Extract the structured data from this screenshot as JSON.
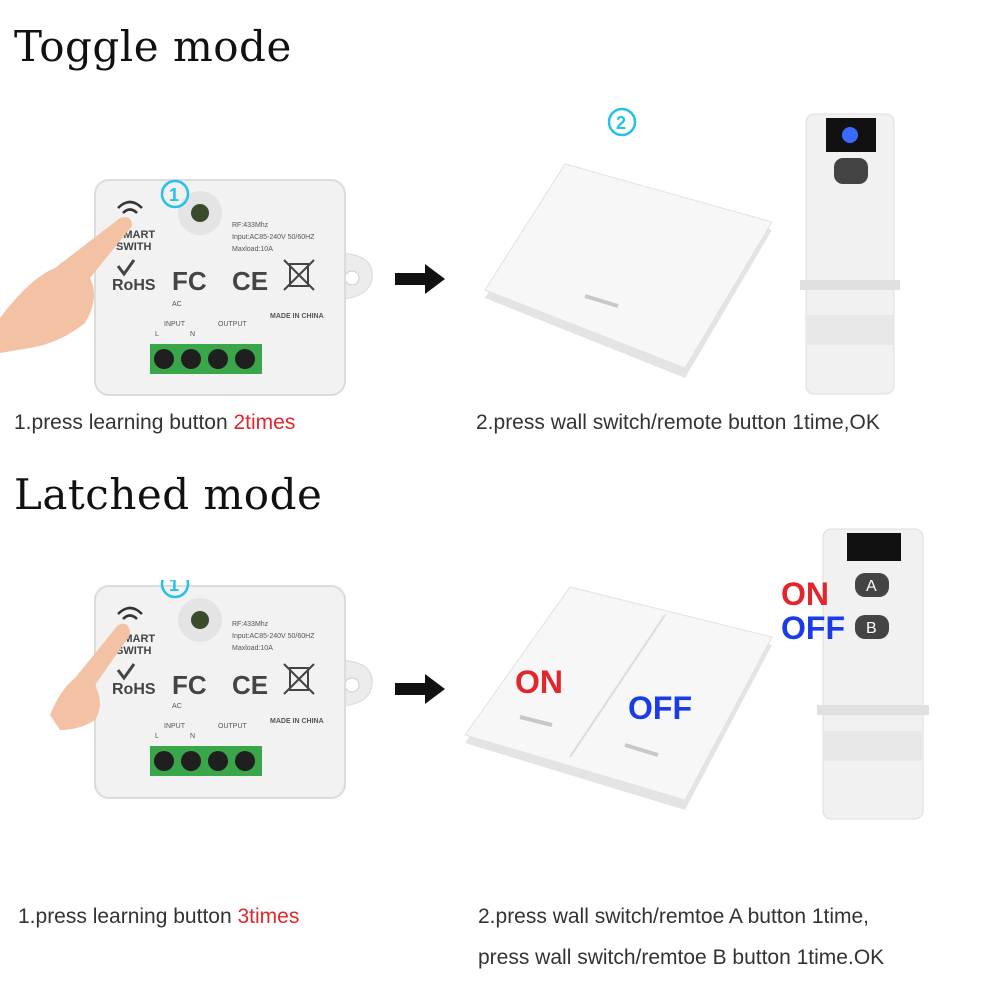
{
  "sections": {
    "toggle": {
      "title": "Toggle mode",
      "step1_prefix": "1.press learning button ",
      "step1_highlight": "2times",
      "step2": "2.press wall switch/remote button 1time,OK",
      "marker1": "1",
      "marker2": "2"
    },
    "latched": {
      "title": "Latched mode",
      "step1_prefix": "1.press learning button ",
      "step1_highlight": "3times",
      "step2_line1": "2.press wall switch/remtoe A button 1time,",
      "step2_line2": "press wall switch/remtoe B button 1time.OK",
      "marker1": "1",
      "switch_left_label": "ON",
      "switch_right_label": "OFF",
      "remote_on_label": "ON",
      "remote_off_label": "OFF",
      "remote_button_a": "A",
      "remote_button_b": "B"
    }
  },
  "device": {
    "rf": "RF:433Mhz",
    "input": "Input:AC85-240V 50/60HZ",
    "maxload": "Maxload:10A",
    "brand_line1": "SMART",
    "brand_line2": "SWITH",
    "rohs": "RoHS",
    "fc": "FC",
    "ce": "CE",
    "ac": "AC",
    "input_label": "INPUT",
    "output_label": "OUTPUT",
    "terminal_l": "L",
    "terminal_n": "N",
    "made_in": "MADE IN CHINA"
  },
  "colors": {
    "highlight": "#e3262b",
    "on_red": "#e3262b",
    "off_blue": "#1a3be8",
    "marker_cyan": "#26c1e8",
    "terminal_green": "#3aa64a"
  }
}
